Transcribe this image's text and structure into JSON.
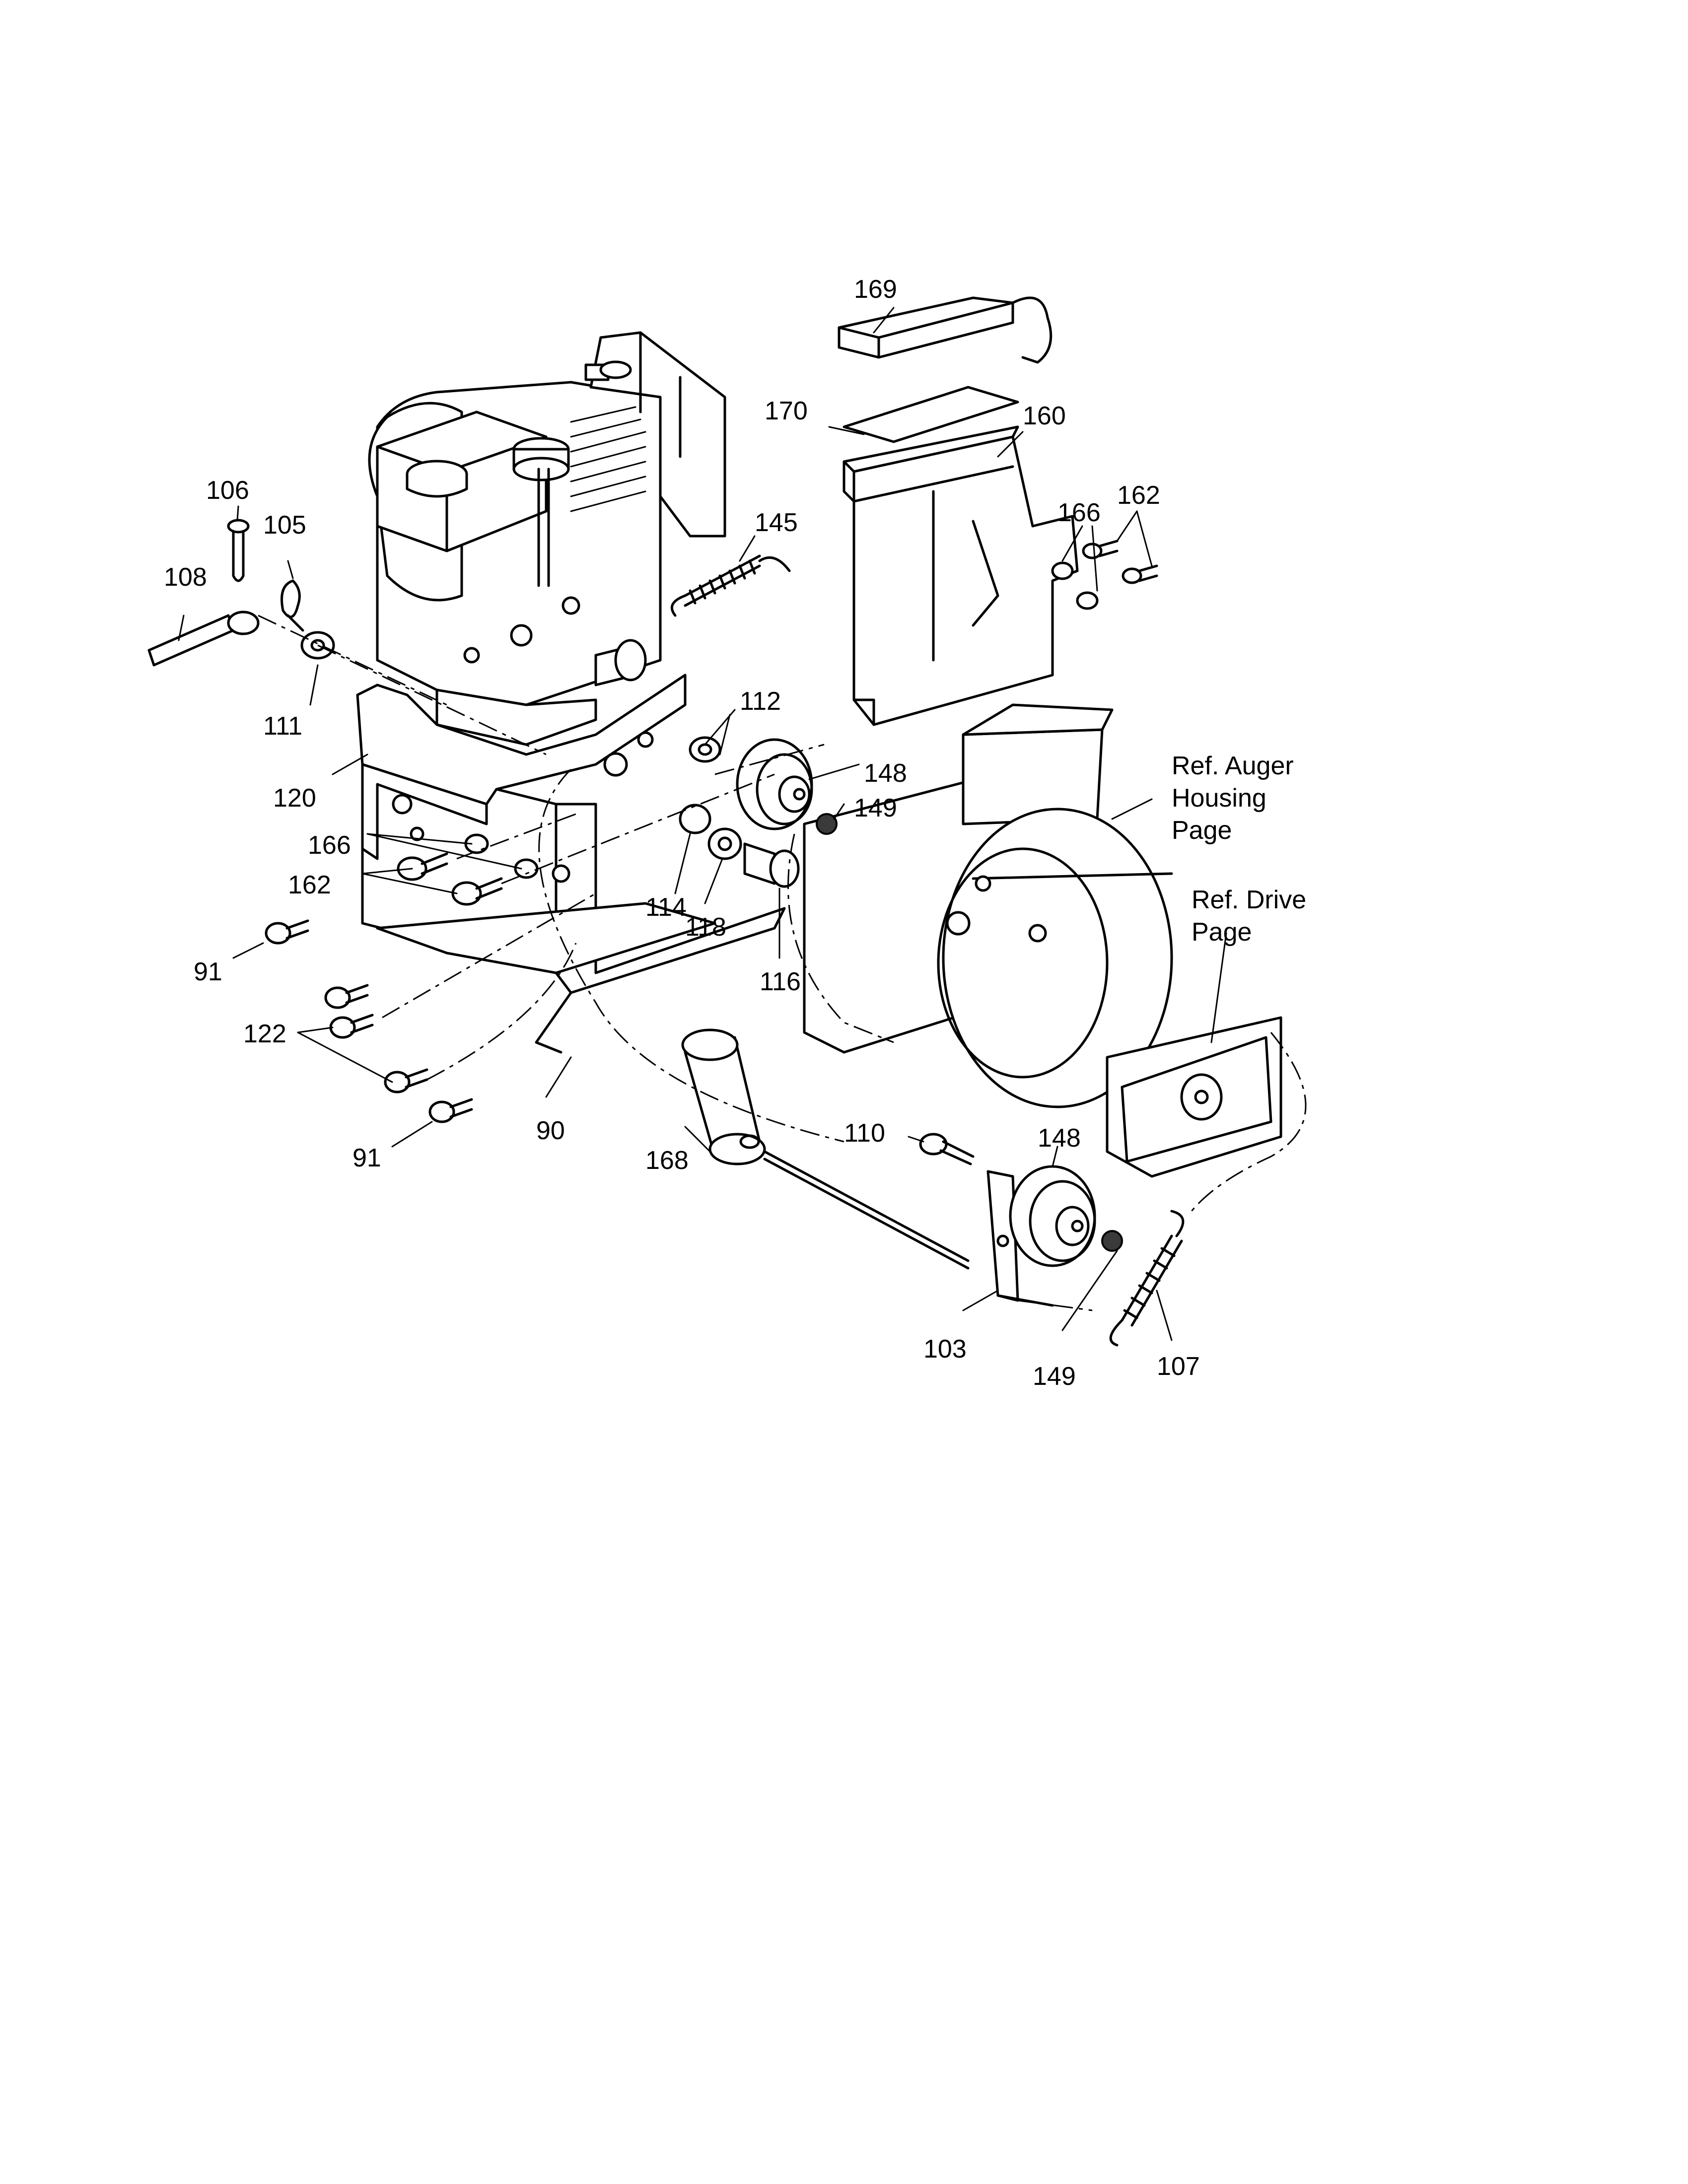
{
  "callouts": {
    "p169": "169",
    "p170": "170",
    "p160": "160",
    "p166a": "166",
    "p162a": "162",
    "p145": "145",
    "p106": "106",
    "p105": "105",
    "p108": "108",
    "p111": "111",
    "p120": "120",
    "p112": "112",
    "p148a": "148",
    "p149a": "149",
    "p166b": "166",
    "p162b": "162",
    "p114": "114",
    "p118": "118",
    "p116": "116",
    "p91a": "91",
    "p122": "122",
    "p91b": "91",
    "p90": "90",
    "p168": "168",
    "p110": "110",
    "p148b": "148",
    "p103": "103",
    "p149b": "149",
    "p107": "107"
  },
  "references": {
    "auger": [
      "Ref. Auger",
      "Housing",
      "Page"
    ],
    "drive": [
      "Ref. Drive",
      "Page"
    ]
  }
}
